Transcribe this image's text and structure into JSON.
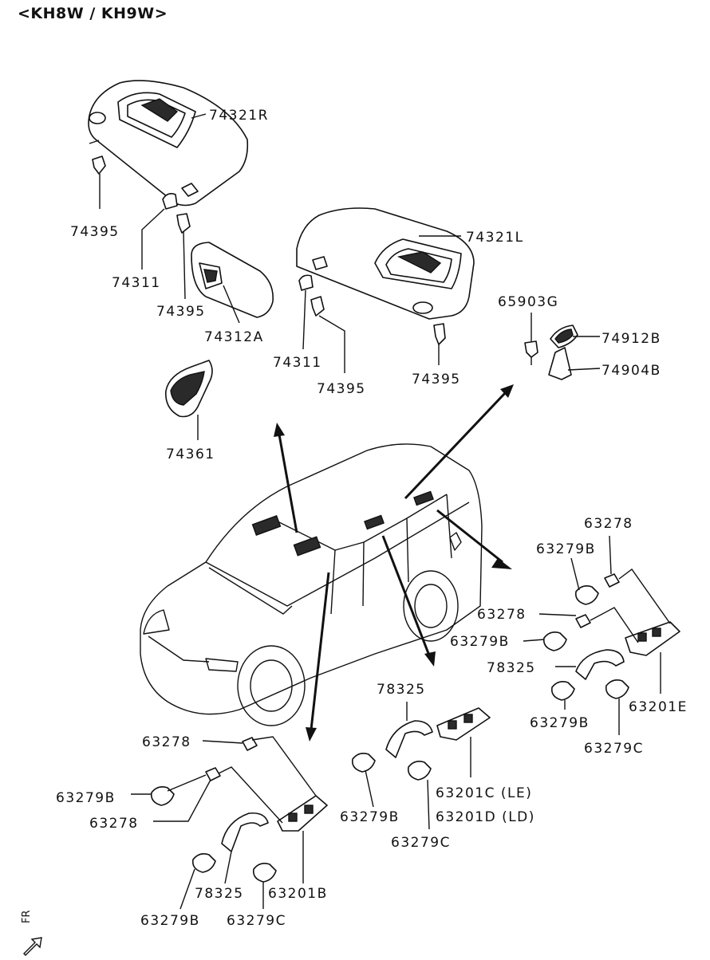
{
  "header": {
    "title": "<KH8W / KH9W>"
  },
  "parts": {
    "p74321R": "74321R",
    "p74395_a": "74395",
    "p74311_a": "74311",
    "p74395_b": "74395",
    "p74312A": "74312A",
    "p74321L": "74321L",
    "p74311_b": "74311",
    "p74395_c": "74395",
    "p74395_d": "74395",
    "p74361": "74361",
    "p65903G": "65903G",
    "p74912B": "74912B",
    "p74904B": "74904B",
    "p63278_r1": "63278",
    "p63279B_r1": "63279B",
    "p63278_r2": "63278",
    "p63279B_r2": "63279B",
    "p78325_r": "78325",
    "p63279B_r3": "63279B",
    "p63279C_r": "63279C",
    "p63201E": "63201E",
    "p78325_c": "78325",
    "p63201C": "63201C (LE)",
    "p63201D": "63201D (LD)",
    "p63279B_c": "63279B",
    "p63279C_c": "63279C",
    "p63278_l1": "63278",
    "p63279B_l1": "63279B",
    "p63278_l2": "63278",
    "p78325_l": "78325",
    "p63201B": "63201B",
    "p63279B_l2": "63279B",
    "p63279C_l": "63279C"
  },
  "footer": {
    "direction": "FR"
  }
}
